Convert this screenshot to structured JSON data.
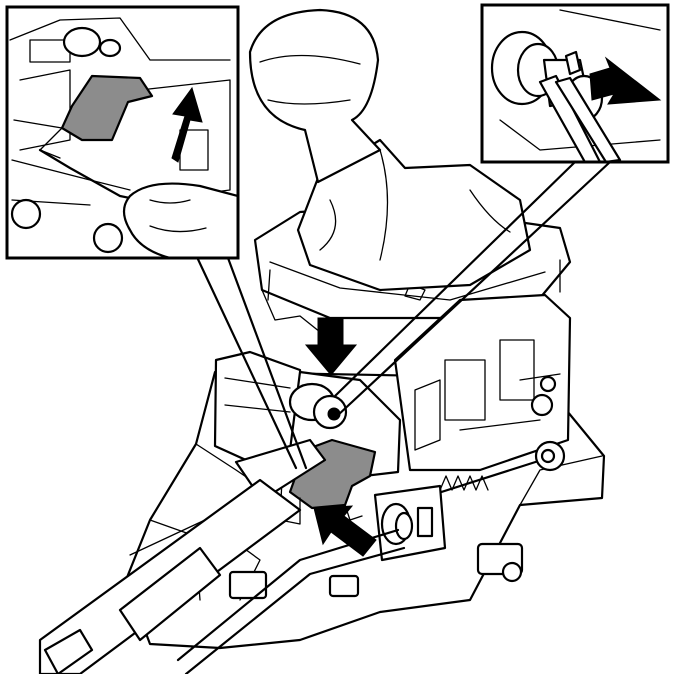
{
  "colors": {
    "line": "#000000",
    "background": "#ffffff",
    "highlight_part": "#8c8c8c"
  },
  "insets": {
    "left": {
      "content": "lock-tab-lift-detail"
    },
    "right": {
      "content": "cable-clip-pull-detail"
    }
  },
  "arrows": {
    "lift": "up",
    "cable_pull": "right",
    "press_down": "down",
    "push_in": "diagonal-up-left"
  }
}
